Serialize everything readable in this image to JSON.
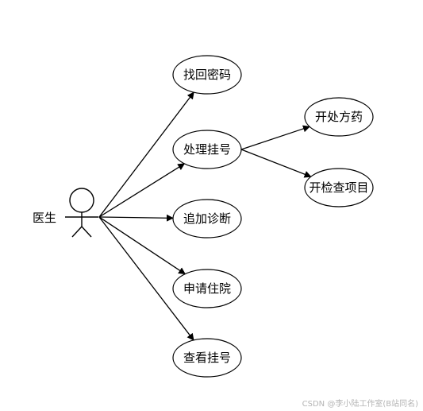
{
  "diagram": {
    "actor": {
      "id": "doctor",
      "label": "医生"
    },
    "use_cases": [
      {
        "id": "uc-find-password",
        "label": "找回密码"
      },
      {
        "id": "uc-handle-registration",
        "label": "处理挂号"
      },
      {
        "id": "uc-add-diagnosis",
        "label": "追加诊断"
      },
      {
        "id": "uc-apply-hospitalization",
        "label": "申请住院"
      },
      {
        "id": "uc-view-registration",
        "label": "查看挂号"
      },
      {
        "id": "uc-prescribe",
        "label": "开处方药"
      },
      {
        "id": "uc-order-exam",
        "label": "开检查项目"
      }
    ],
    "relations": [
      {
        "from": "doctor",
        "to": "uc-find-password"
      },
      {
        "from": "doctor",
        "to": "uc-handle-registration"
      },
      {
        "from": "doctor",
        "to": "uc-add-diagnosis"
      },
      {
        "from": "doctor",
        "to": "uc-apply-hospitalization"
      },
      {
        "from": "doctor",
        "to": "uc-view-registration"
      },
      {
        "from": "uc-handle-registration",
        "to": "uc-prescribe"
      },
      {
        "from": "uc-handle-registration",
        "to": "uc-order-exam"
      }
    ]
  },
  "watermark": "CSDN @李小陆工作室(B站同名)",
  "colors": {
    "stroke": "#000000",
    "background": "#ffffff",
    "watermark": "#b5b5b5"
  }
}
